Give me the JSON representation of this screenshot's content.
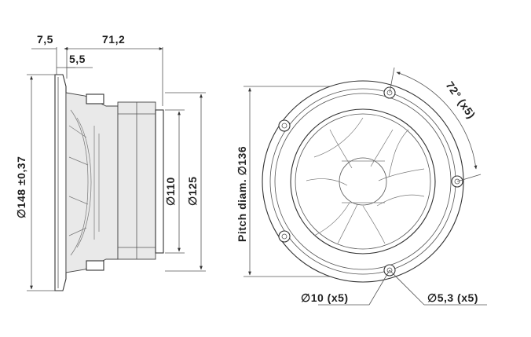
{
  "side_view": {
    "dim_flange": "7,5",
    "dim_depth": "71,2",
    "dim_mount": "5,5",
    "dim_outer_dia": "∅148 ±0,37",
    "dim_magnet_dia": "∅110",
    "dim_motor_dia": "∅125"
  },
  "front_view": {
    "pitch_label": "Pitch diam. ∅136",
    "angle_label": "72° (x5)",
    "slot_label": "∅10 (x5)",
    "hole_label": "∅5,3 (x5)"
  }
}
